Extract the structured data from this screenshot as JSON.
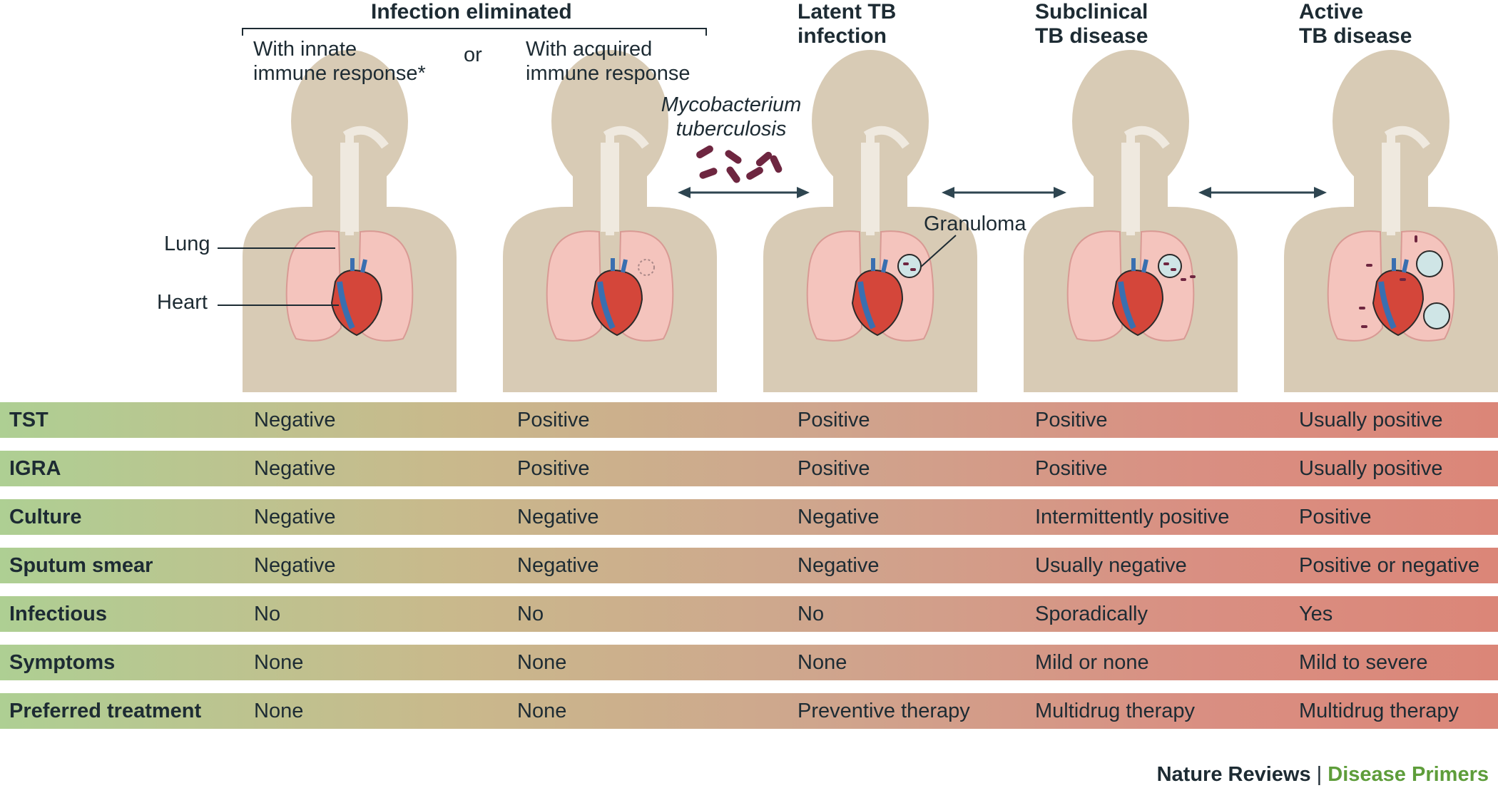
{
  "header": {
    "group_title": "Infection eliminated",
    "innate": [
      "With innate",
      "immune response*"
    ],
    "or": "or",
    "acquired": [
      "With acquired",
      "immune response"
    ],
    "latent": [
      "Latent TB",
      "infection"
    ],
    "subclinical": [
      "Subclinical",
      "TB disease"
    ],
    "active": [
      "Active",
      "TB disease"
    ]
  },
  "labels": {
    "mycobacterium": [
      "Mycobacterium",
      "tuberculosis"
    ],
    "lung": "Lung",
    "heart": "Heart",
    "granuloma": "Granuloma"
  },
  "table": {
    "rows": [
      {
        "label": "TST",
        "cells": [
          "Negative",
          "Positive",
          "Positive",
          "Positive",
          "Usually positive"
        ]
      },
      {
        "label": "IGRA",
        "cells": [
          "Negative",
          "Positive",
          "Positive",
          "Positive",
          "Usually positive"
        ]
      },
      {
        "label": "Culture",
        "cells": [
          "Negative",
          "Negative",
          "Negative",
          "Intermittently positive",
          "Positive"
        ]
      },
      {
        "label": "Sputum smear",
        "cells": [
          "Negative",
          "Negative",
          "Negative",
          "Usually negative",
          "Positive or negative"
        ]
      },
      {
        "label": "Infectious",
        "cells": [
          "No",
          "No",
          "No",
          "Sporadically",
          "Yes"
        ]
      },
      {
        "label": "Symptoms",
        "cells": [
          "None",
          "None",
          "None",
          "Mild or none",
          "Mild to severe"
        ]
      },
      {
        "label": "Preferred treatment",
        "cells": [
          "None",
          "None",
          "Preventive therapy",
          "Multidrug therapy",
          "Multidrug therapy"
        ]
      }
    ]
  },
  "footer": {
    "journal": "Nature Reviews",
    "separator": "|",
    "series": "Disease Primers"
  },
  "colors": {
    "skin": "#d8cbb5",
    "skin_light": "#e6dccb",
    "lung": "#f4c4bd",
    "heart_red": "#d4463a",
    "heart_blue": "#3a6fb0",
    "bacteria": "#6e2640",
    "arrow": "#2e4550",
    "row_left": "#aecf93",
    "row_right": "#db8678",
    "series_green": "#5e9d3a"
  }
}
